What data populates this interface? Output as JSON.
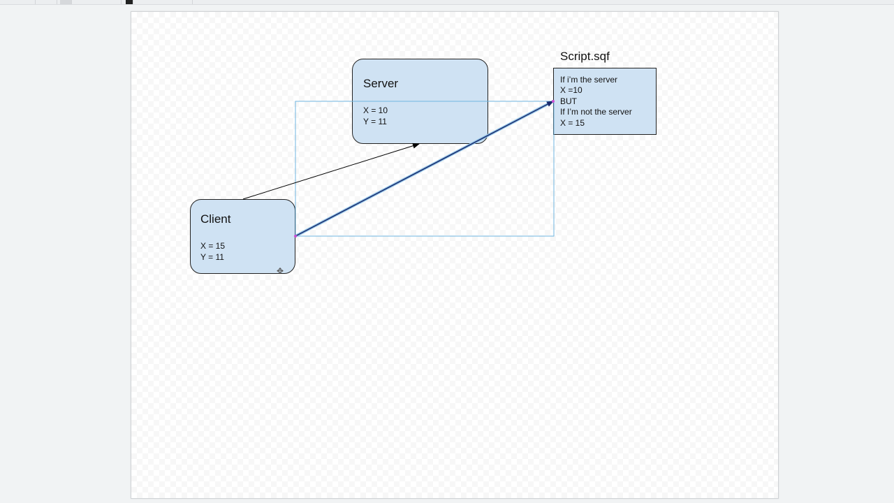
{
  "diagram": {
    "server": {
      "title": "Server",
      "lines": [
        "X = 10",
        "Y = 11"
      ]
    },
    "client": {
      "title": "Client",
      "lines": [
        "X = 15",
        "Y = 11"
      ]
    },
    "script": {
      "title": "Script.sqf",
      "lines": [
        "If i’m the server",
        "X =10",
        "BUT",
        "If I’m not the server",
        "X = 15"
      ]
    }
  },
  "colors": {
    "node_fill": "#cfe2f3",
    "node_border": "#222222",
    "selection_outline": "#6fb6e0",
    "selected_connector": "#1a2a6c",
    "connector": "#000000"
  },
  "icons": {
    "move_cursor": "move-cursor-icon"
  }
}
